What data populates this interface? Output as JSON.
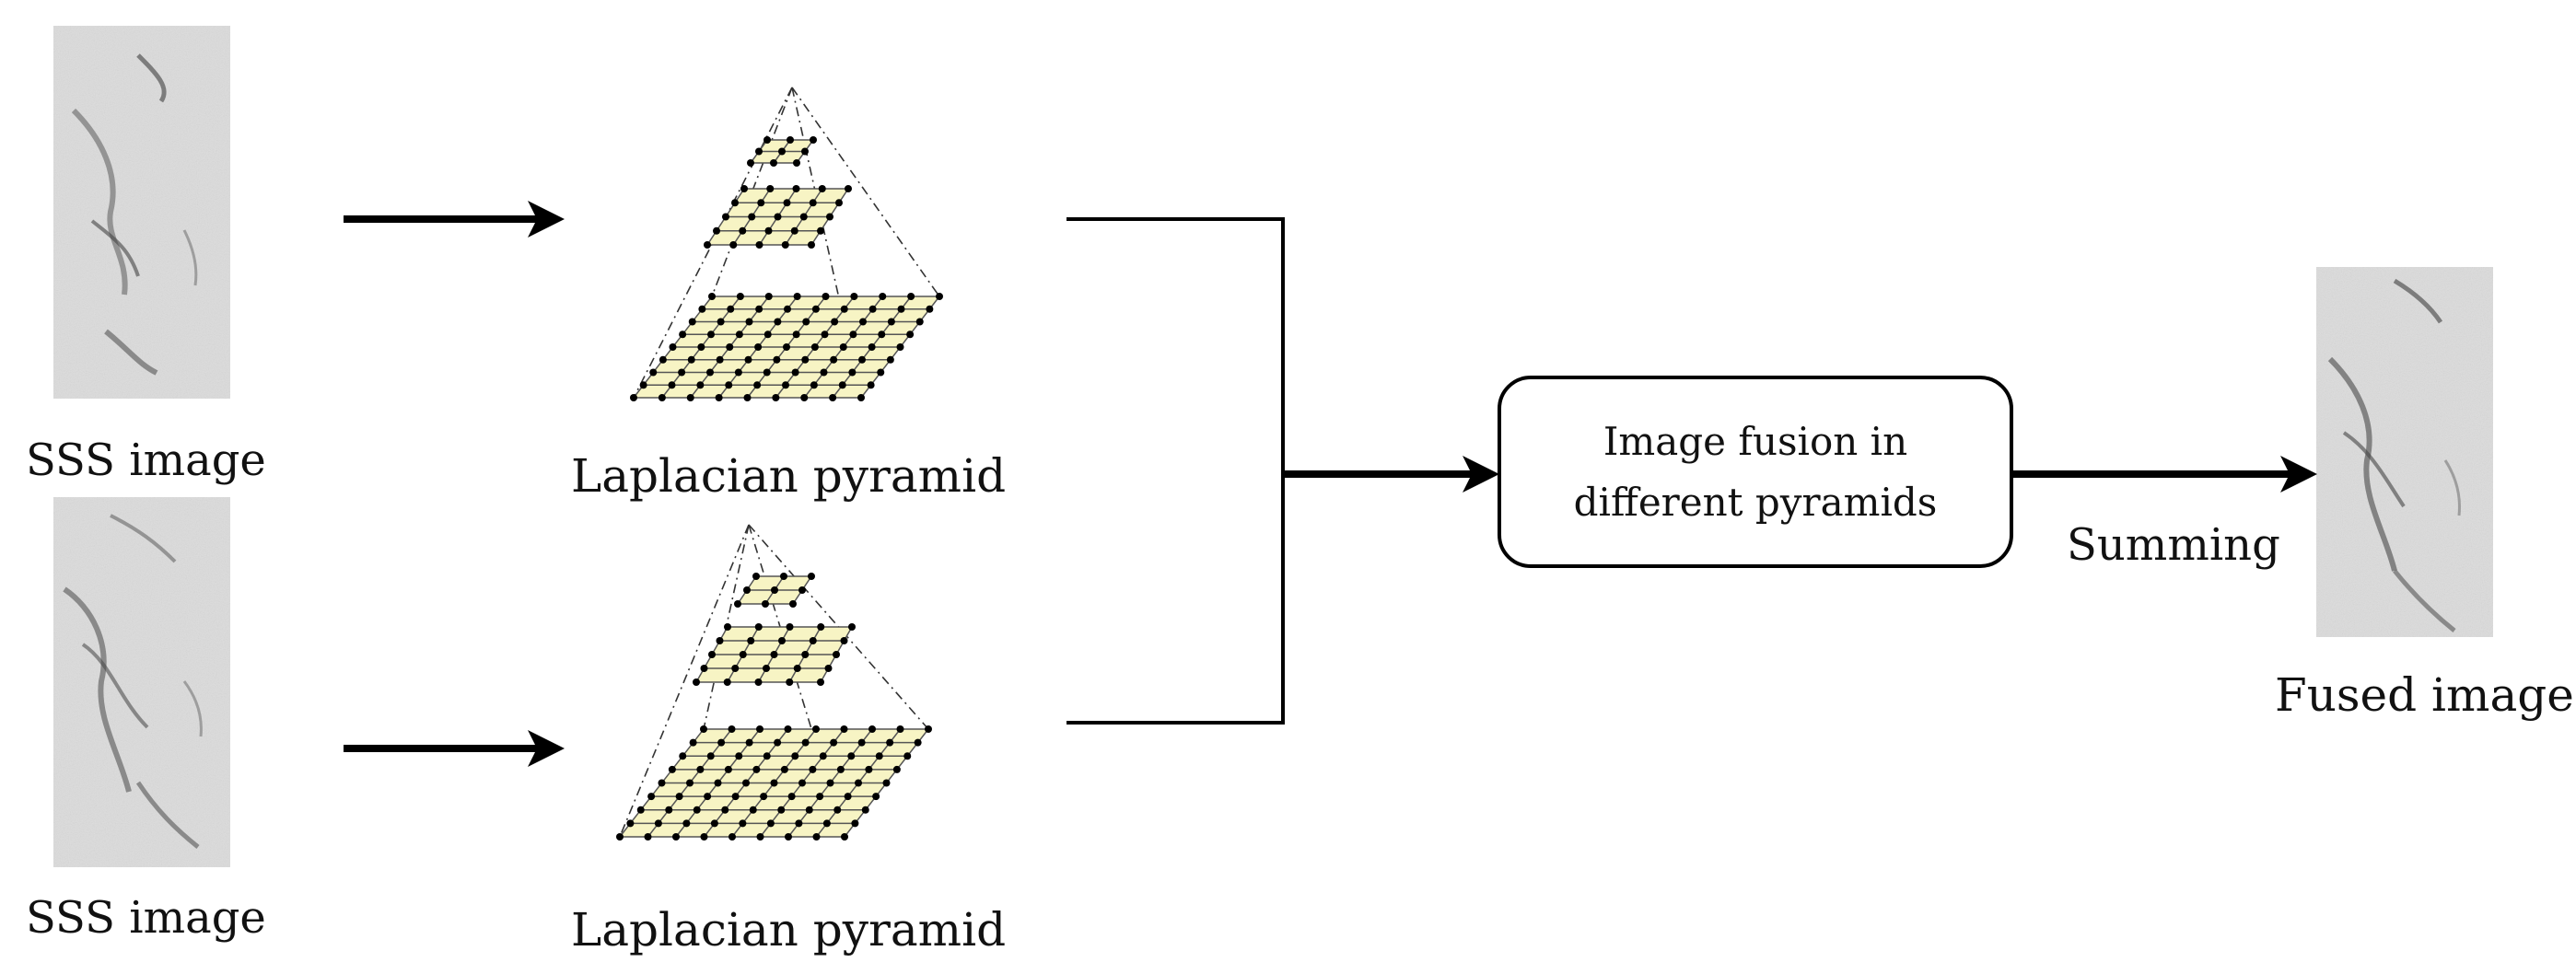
{
  "inputs": [
    {
      "label": "SSS image"
    },
    {
      "label": "SSS image"
    }
  ],
  "pyramids": [
    {
      "label": "Laplacian pyramid"
    },
    {
      "label": "Laplacian pyramid"
    }
  ],
  "fusion_box": {
    "line1": "Image fusion in",
    "line2": "different pyramids"
  },
  "summing_label": "Summing",
  "output": {
    "label": "Fused image"
  },
  "colors": {
    "grid_fill": "#f7f4c4",
    "stroke": "#000000",
    "sonar_bg": "#d9d9d9"
  }
}
